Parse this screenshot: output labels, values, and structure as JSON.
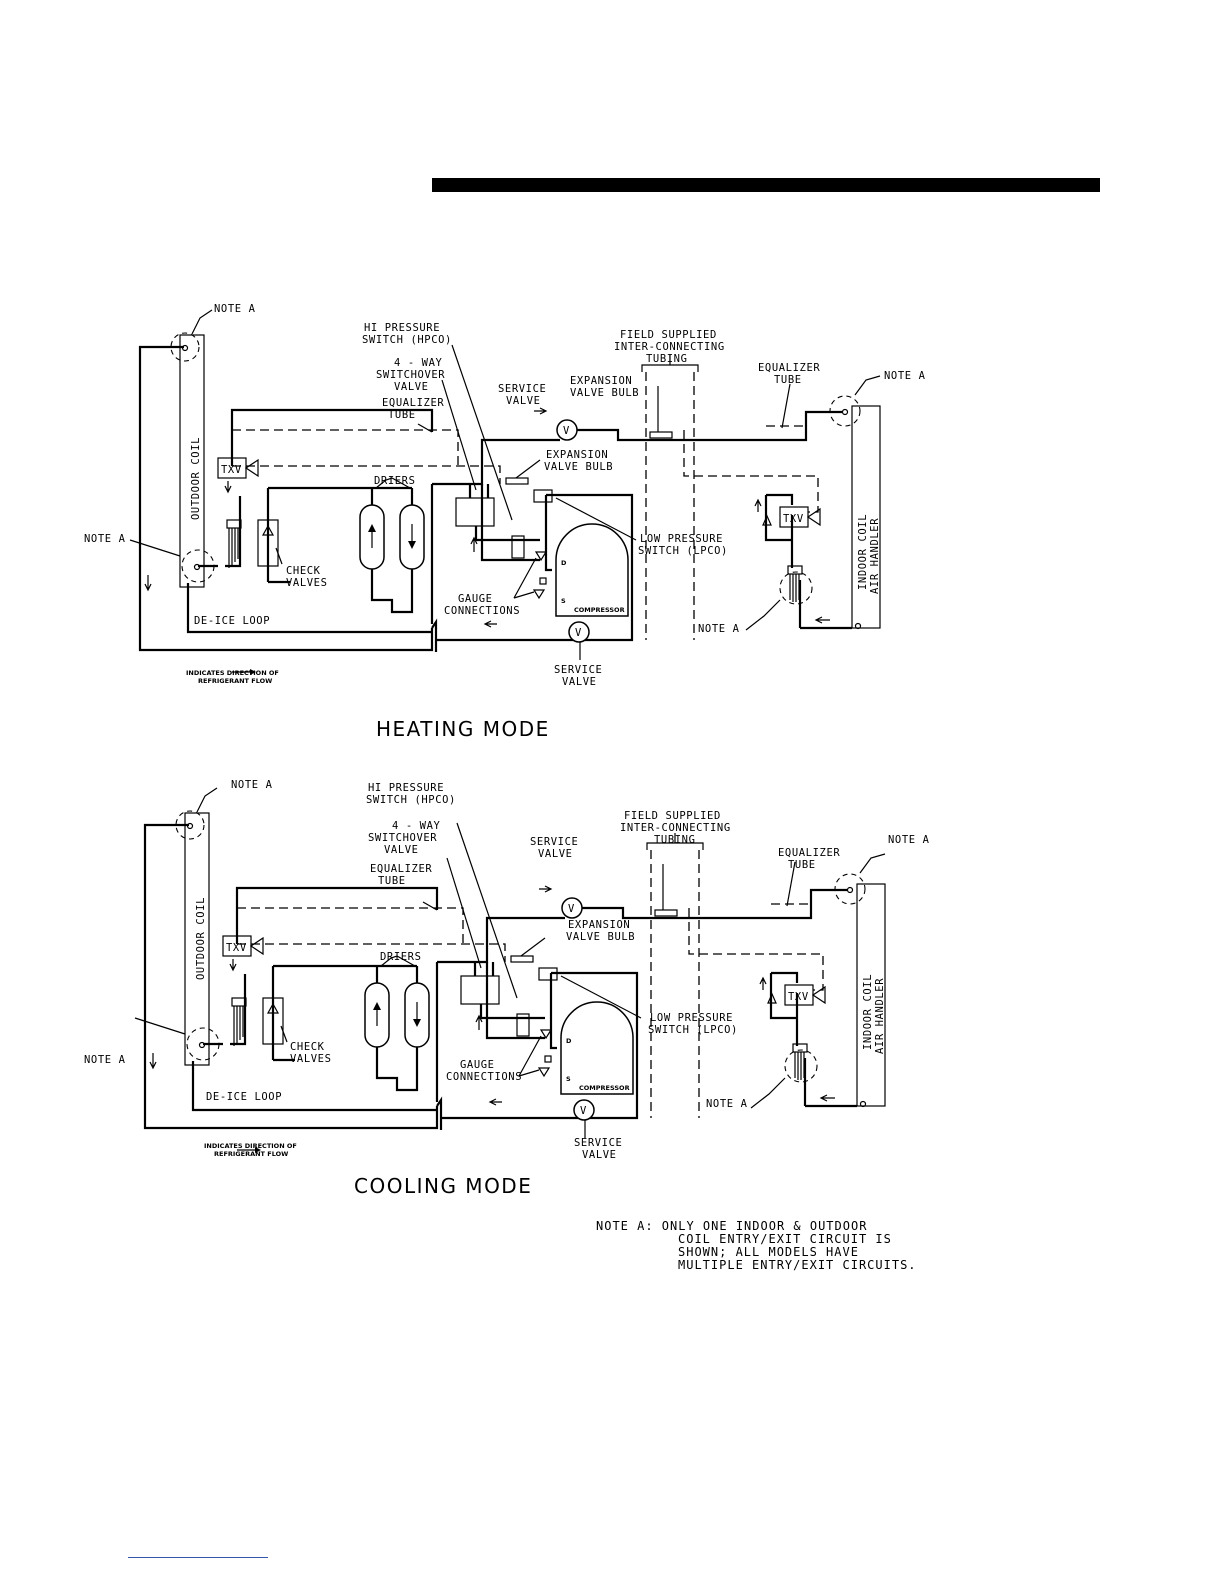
{
  "labels": {
    "note_a": "NOTE A",
    "hi_pressure_1": "HI PRESSURE",
    "hi_pressure_2": "SWITCH (HPCO)",
    "four_way_1": "4 - WAY",
    "four_way_2": "SWITCHOVER",
    "four_way_3": "VALVE",
    "equalizer_1": "EQUALIZER",
    "equalizer_2": "TUBE",
    "service_1": "SERVICE",
    "service_2": "VALVE",
    "expansion_1": "EXPANSION",
    "expansion_2": "VALVE BULB",
    "field_1": "FIELD SUPPLIED",
    "field_2": "INTER-CONNECTING",
    "field_3": "TUBING",
    "driers": "DRIERS",
    "check_1": "CHECK",
    "check_2": "VALVES",
    "gauge_1": "GAUGE",
    "gauge_2": "CONNECTIONS",
    "low_pressure_1": "LOW PRESSURE",
    "low_pressure_2": "SWITCH (LPCO)",
    "de_ice": "DE-ICE LOOP",
    "outdoor_coil": "OUTDOOR COIL",
    "indoor_coil_1": "INDOOR COIL",
    "indoor_coil_2": "AIR HANDLER",
    "txv": "TXV",
    "compressor": "COMPRESSOR",
    "valve_v": "V",
    "port_d": "D",
    "port_s": "S",
    "flow_1": "INDICATES DIRECTION OF",
    "flow_2": "REFRIGERANT FLOW"
  },
  "heating_title": "HEATING MODE",
  "cooling_title": "COOLING MODE",
  "footnote": {
    "line1": "NOTE A:  ONLY ONE INDOOR & OUTDOOR",
    "line2": "COIL ENTRY/EXIT CIRCUIT IS",
    "line3": "SHOWN; ALL MODELS HAVE",
    "line4": "MULTIPLE ENTRY/EXIT CIRCUITS."
  }
}
